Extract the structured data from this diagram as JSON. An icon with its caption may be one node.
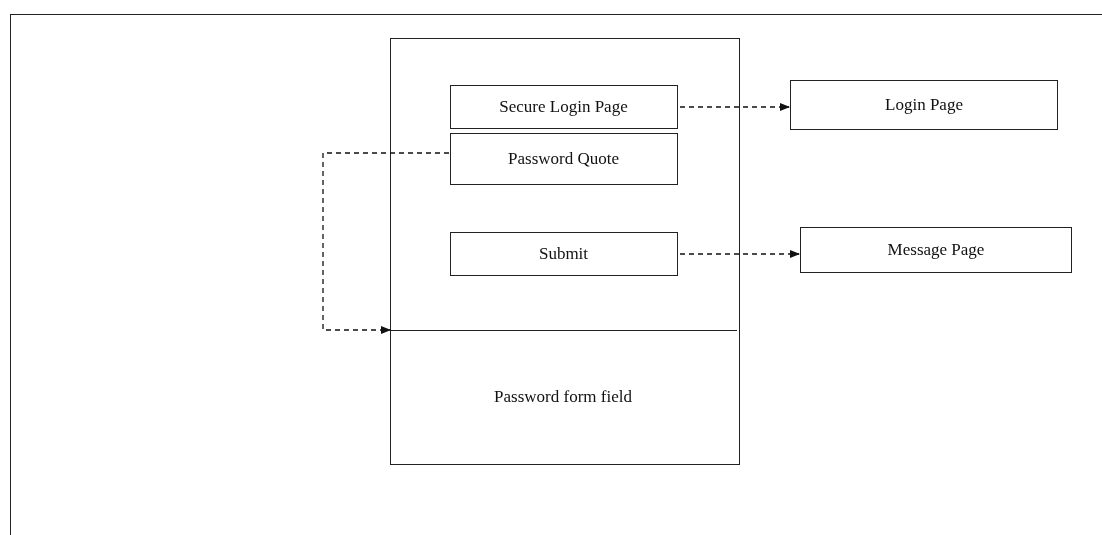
{
  "diagram": {
    "nodes": [
      {
        "text": [],
        "shape": "box"
      },
      {
        "text": [
          "Secure Login Page"
        ],
        "in": 0
      },
      {
        "text": [
          "Password Quote"
        ],
        "in": 0
      },
      {
        "text": [
          "Submit"
        ],
        "in": 0
      },
      {
        "text": [
          "Password form field"
        ],
        "in": 0
      },
      {
        "text": [
          "Login Page"
        ]
      },
      {
        "text": [
          "Message Page"
        ]
      }
    ],
    "edges": [
      {
        "from": 1,
        "to": 5,
        "arrow": "to",
        "style": "dashed"
      },
      {
        "from": 2,
        "to": 4,
        "arrow": "to",
        "style": "dashed"
      },
      {
        "from": 3,
        "to": 6,
        "arrow": "to",
        "style": "dashed"
      }
    ]
  }
}
